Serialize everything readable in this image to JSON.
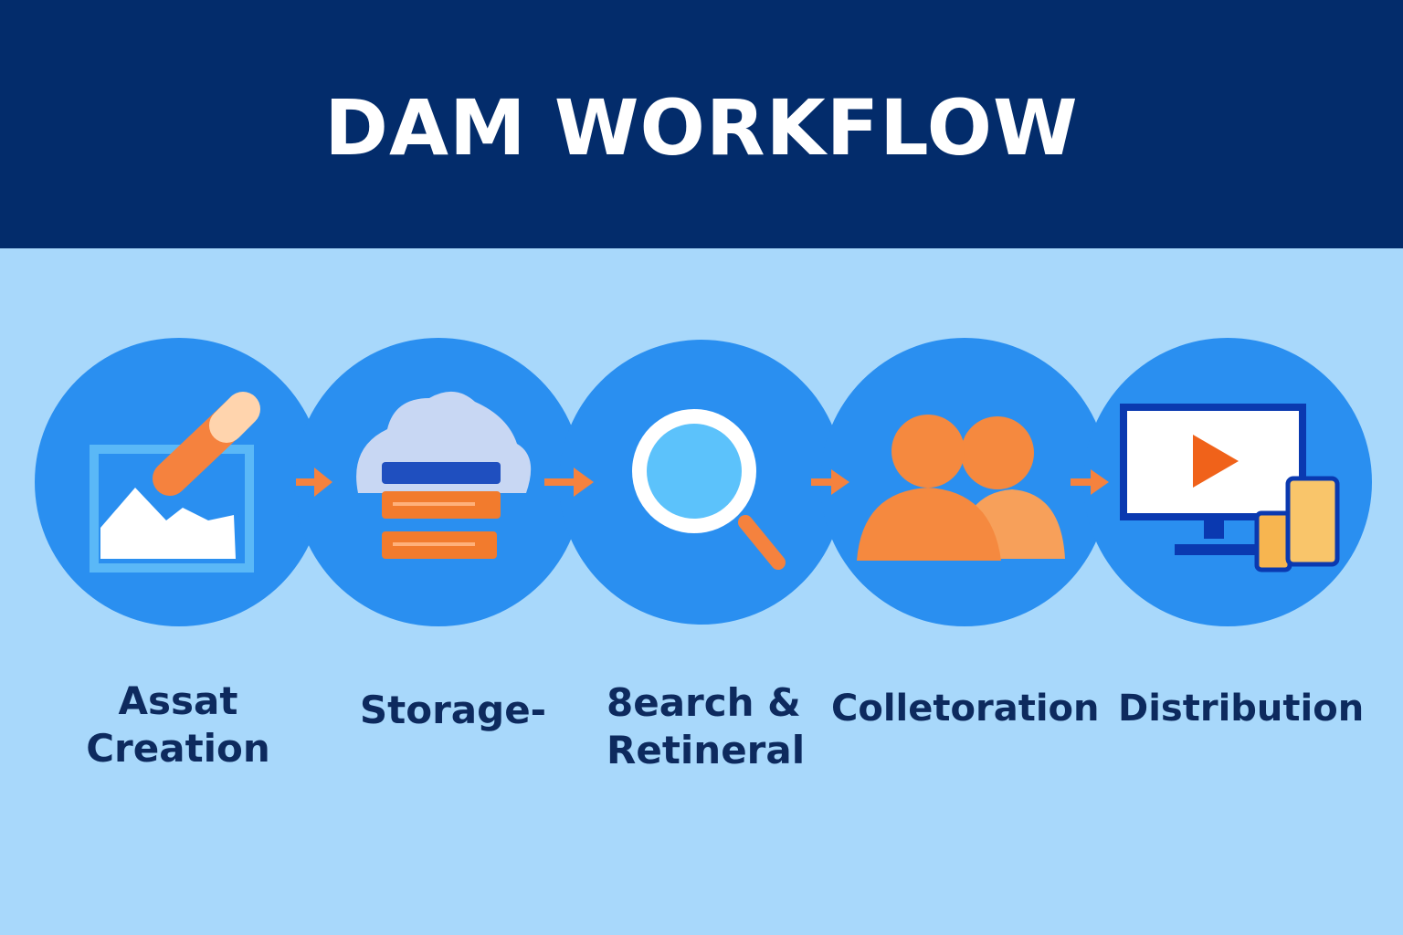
{
  "title": "DAM WORKFLOW",
  "colors": {
    "header": "#032c6b",
    "background": "#a8d8fb",
    "circle": "#2a8ff0",
    "accent_orange": "#f5823e",
    "label_text": "#0d2a5e"
  },
  "steps": [
    {
      "label_lines": [
        "Assat",
        "Creation"
      ],
      "icon": "image-with-pencil-icon"
    },
    {
      "label_lines": [
        "Storage-"
      ],
      "icon": "cloud-storage-stack-icon"
    },
    {
      "label_lines": [
        "8earch &",
        "Retineral"
      ],
      "icon": "magnifier-icon"
    },
    {
      "label_lines": [
        "Colletoration"
      ],
      "icon": "people-icon"
    },
    {
      "label_lines": [
        "Distribution"
      ],
      "icon": "monitor-devices-icon"
    }
  ],
  "arrows": [
    "arrow-right-icon",
    "arrow-right-icon",
    "arrow-right-icon",
    "arrow-right-icon"
  ]
}
